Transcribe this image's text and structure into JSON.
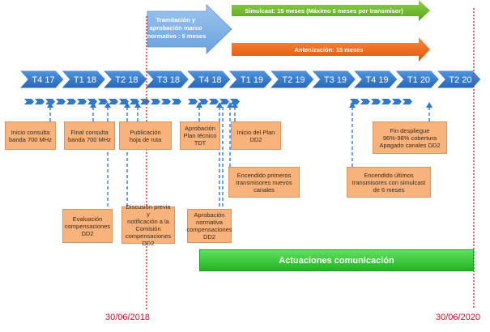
{
  "top_arrows": {
    "tramitacion": "Tramitación y\naprobación marco\nnormativo : 6 meses",
    "simulcast": "Simulcast: 15 meses (Máximo 6 meses por transmisor)",
    "antenizacion": "Antenización: 15 meses"
  },
  "quarters": [
    "T4 17",
    "T1 18",
    "T2 18",
    "T3 18",
    "T4 18",
    "T1 19",
    "T2 19",
    "T3 19",
    "T4 19",
    "T1 20",
    "T2 20"
  ],
  "colors": {
    "quarter_arrow": "#2e78cf",
    "tramitacion_arrow": "#7fb0e6",
    "simulcast_arrow": "#6ab521",
    "antenizacion_arrow": "#f26a1b",
    "milestone_box": "#f8b27c",
    "connector": "#2e78cf",
    "red_line": "#d42f2f",
    "green_bar": "#33c233"
  },
  "milestones": {
    "inicio_consulta": "Inicio consulta\nbanda 700 MHz",
    "final_consulta": "Final consulta\nbanda 700 MHz",
    "publicacion": "Publicación\nhoja de ruta",
    "aprobacion_plan": "Aprobación\nPlan técnico\nTDT",
    "inicio_plan": "Inicio del Plan\nDD2",
    "encendido_primeros": "Encendido primeros\ntransmisores nuevos\ncanales",
    "fin_despliegue": "Fin despliegue\n96%-98% cobertura\nApagado canales DD2",
    "encendido_ultimos": "Encendido últimos\ntransmisores con simulcast\nde 6 meses",
    "evaluacion": "Evaluación\ncompensaciones\nDD2",
    "discusion": "Discusión previa y\nnotificación a la\nComisión\ncompensaciones\nDD2",
    "aprobacion_normativa": "Aprobación\nnormativa\ncompensaciones\nDD2"
  },
  "actuaciones": "Actuaciones comunicación",
  "dates": {
    "start": "30/06/2018",
    "end": "30/06/2020"
  }
}
